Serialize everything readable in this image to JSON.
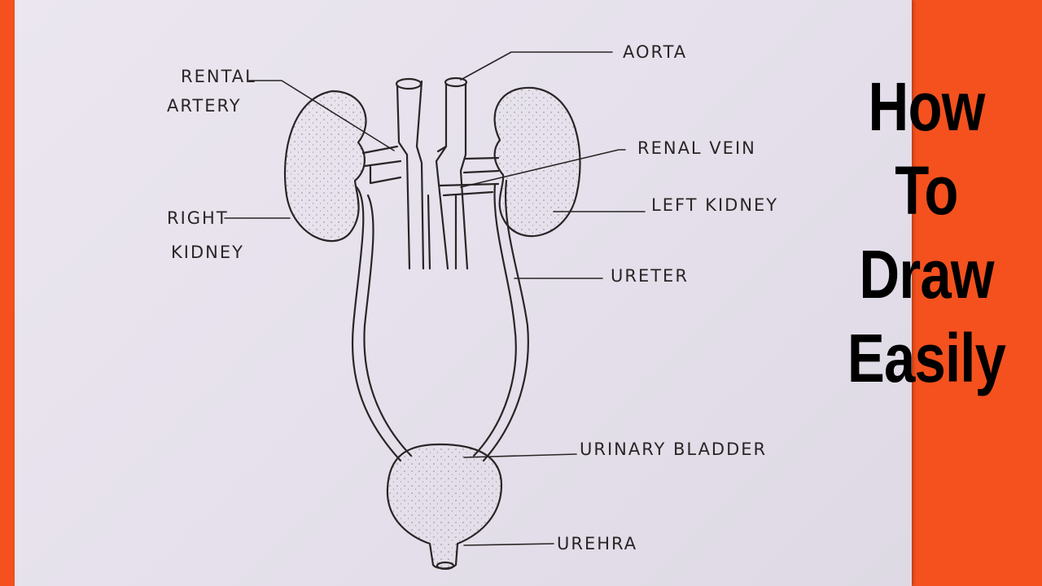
{
  "labels": {
    "aorta": "AORTA",
    "rental_artery_1": "RENTAL",
    "rental_artery_2": "ARTERY",
    "renal_vein": "RENAL VEIN",
    "right_kidney_1": "RIGHT",
    "right_kidney_2": "KIDNEY",
    "left_kidney": "LEFT KIDNEY",
    "ureter": "URETER",
    "urinary_bladder": "URINARY BLADDER",
    "urethra": "UREHRA"
  },
  "title": [
    "How",
    "To",
    "Draw",
    "Easily"
  ],
  "colors": {
    "background": "#f4511e",
    "paper": "#e8e3ed",
    "ink": "#2b2426",
    "title": "#000000"
  }
}
